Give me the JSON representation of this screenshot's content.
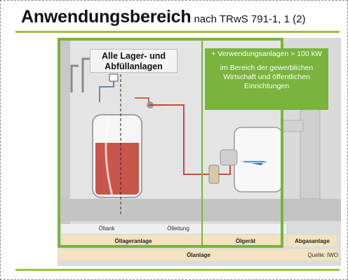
{
  "header": {
    "title": "Anwendungsbereich",
    "subtitle": "nach TRwS 791-1, 1 (2)"
  },
  "diagram": {
    "scope_label": "Alle Lager- und Abfüllanlagen",
    "green_box_line1": "+ Verwendungsanlagen > 100 kW",
    "green_box_line2": "im Bereich der gewerblichen Wirtschaft und öffentlichen Einrichtungen",
    "component_oeltank": "Öltank",
    "component_oelleitung": "Ölleitung",
    "category_oellageranlage": "Öllageranlage",
    "category_oelgeraet": "Ölgerät",
    "category_abgasanlage": "Abgasanlage",
    "category_oelanlage": "Ölanlage",
    "source": "Quelle: IWO"
  },
  "colors": {
    "accent_green": "#7ab33e",
    "rule_green": "#9bc23c",
    "oil_red": "#c0392b",
    "category_band": "#f3e3bf"
  }
}
